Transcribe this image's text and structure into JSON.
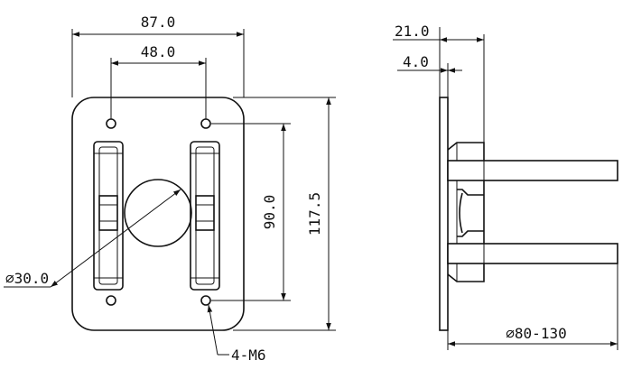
{
  "dimensions": {
    "plate_width": "87.0",
    "hole_spacing_x": "48.0",
    "hole_spacing_y": "90.0",
    "plate_height": "117.5",
    "center_hole": "∅30.0",
    "screw_holes": "4-M6",
    "side_total_depth": "21.0",
    "side_plate_thickness": "4.0",
    "clamp_range": "∅80-130"
  }
}
